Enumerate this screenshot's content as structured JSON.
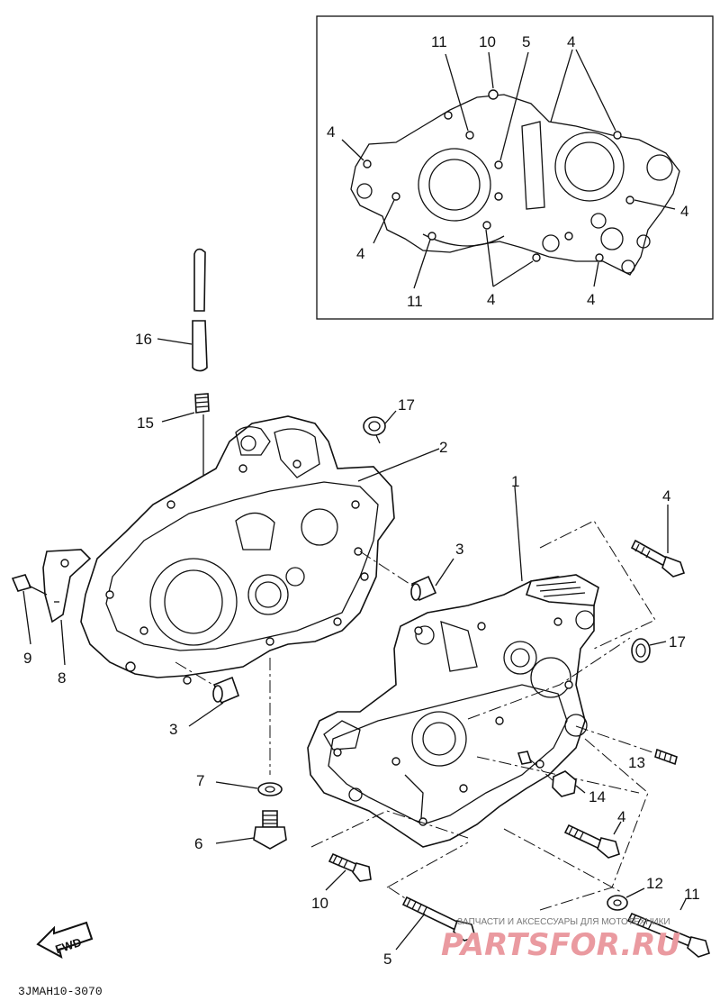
{
  "diagram": {
    "callouts": {
      "inset_11_top": "11",
      "inset_10": "10",
      "inset_5": "5",
      "inset_4_top": "4",
      "inset_4_left_top": "4",
      "inset_4_right": "4",
      "inset_4_left_bottom": "4",
      "inset_11_bottom": "11",
      "inset_4_bottom_mid": "4",
      "inset_4_bottom_right": "4",
      "c16": "16",
      "c15": "15",
      "c17_top": "17",
      "c2": "2",
      "c1": "1",
      "c4_bolt_top": "4",
      "c3_right": "3",
      "c17_right": "17",
      "c9": "9",
      "c8": "8",
      "c3_left": "3",
      "c13": "13",
      "c14": "14",
      "c7": "7",
      "c4_bolt_mid": "4",
      "c6": "6",
      "c10": "10",
      "c12": "12",
      "c11": "11",
      "c5": "5"
    },
    "fwd_label": "FWD",
    "diagram_code": "3JMAH10-3070"
  },
  "watermark": {
    "top_text": "ЗАПЧАСТИ И АКСЕССУАРЫ ДЛЯ МОТОТЕХНИКИ",
    "brand": "PARTSFOR.RU"
  },
  "colors": {
    "line": "#111111",
    "watermark": "#ea9aa0"
  }
}
